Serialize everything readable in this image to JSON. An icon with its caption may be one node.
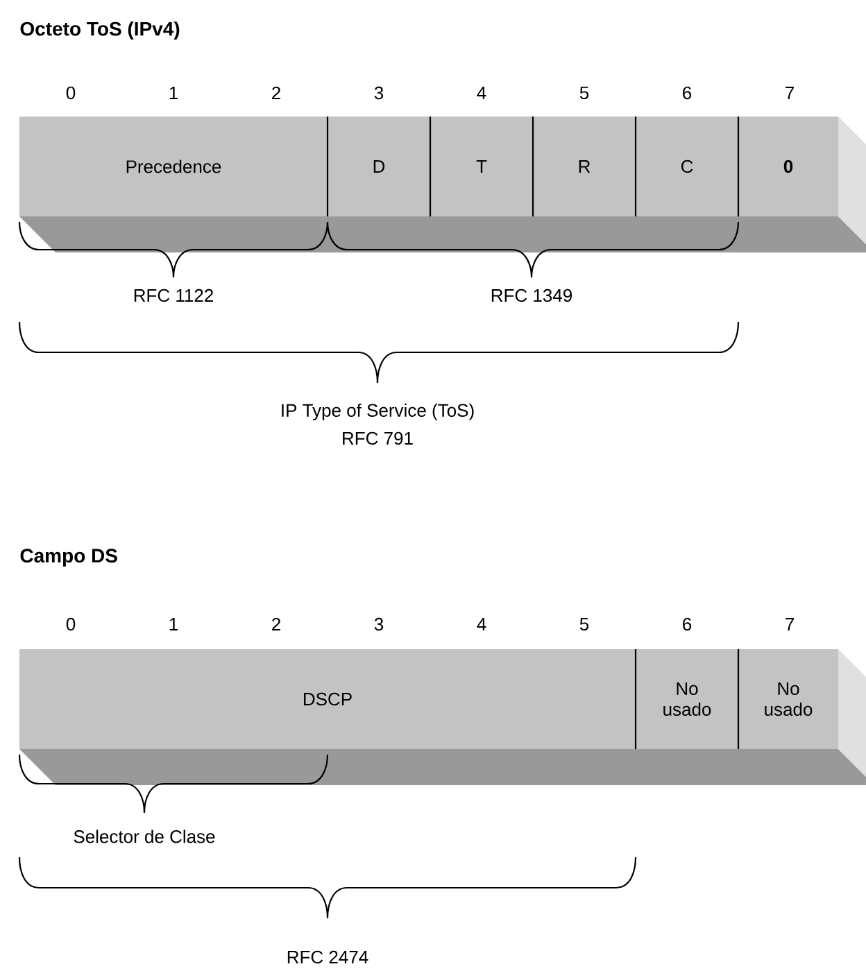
{
  "diagram": {
    "title": "Octeto ToS (IPv4)",
    "nodes": [
      {
        "text": [
          "Precedence"
        ]
      },
      {
        "text": [
          "D"
        ]
      },
      {
        "text": [
          "T"
        ]
      },
      {
        "text": [
          "R"
        ]
      },
      {
        "text": [
          "C"
        ]
      },
      {
        "text": [
          "0"
        ]
      },
      {
        "text": [
          "DSCP"
        ]
      },
      {
        "text": [
          "No usado"
        ]
      },
      {
        "text": [
          "No usado"
        ]
      }
    ],
    "labels": [
      "0",
      "1",
      "2",
      "3",
      "4",
      "5",
      "6",
      "7",
      "RFC 1122",
      "RFC 1349",
      "IP Type of Service (ToS)",
      "RFC 791",
      "Campo DS",
      "0",
      "1",
      "2",
      "3",
      "4",
      "5",
      "6",
      "7",
      "Selector de Clase",
      "RFC 2474"
    ]
  }
}
